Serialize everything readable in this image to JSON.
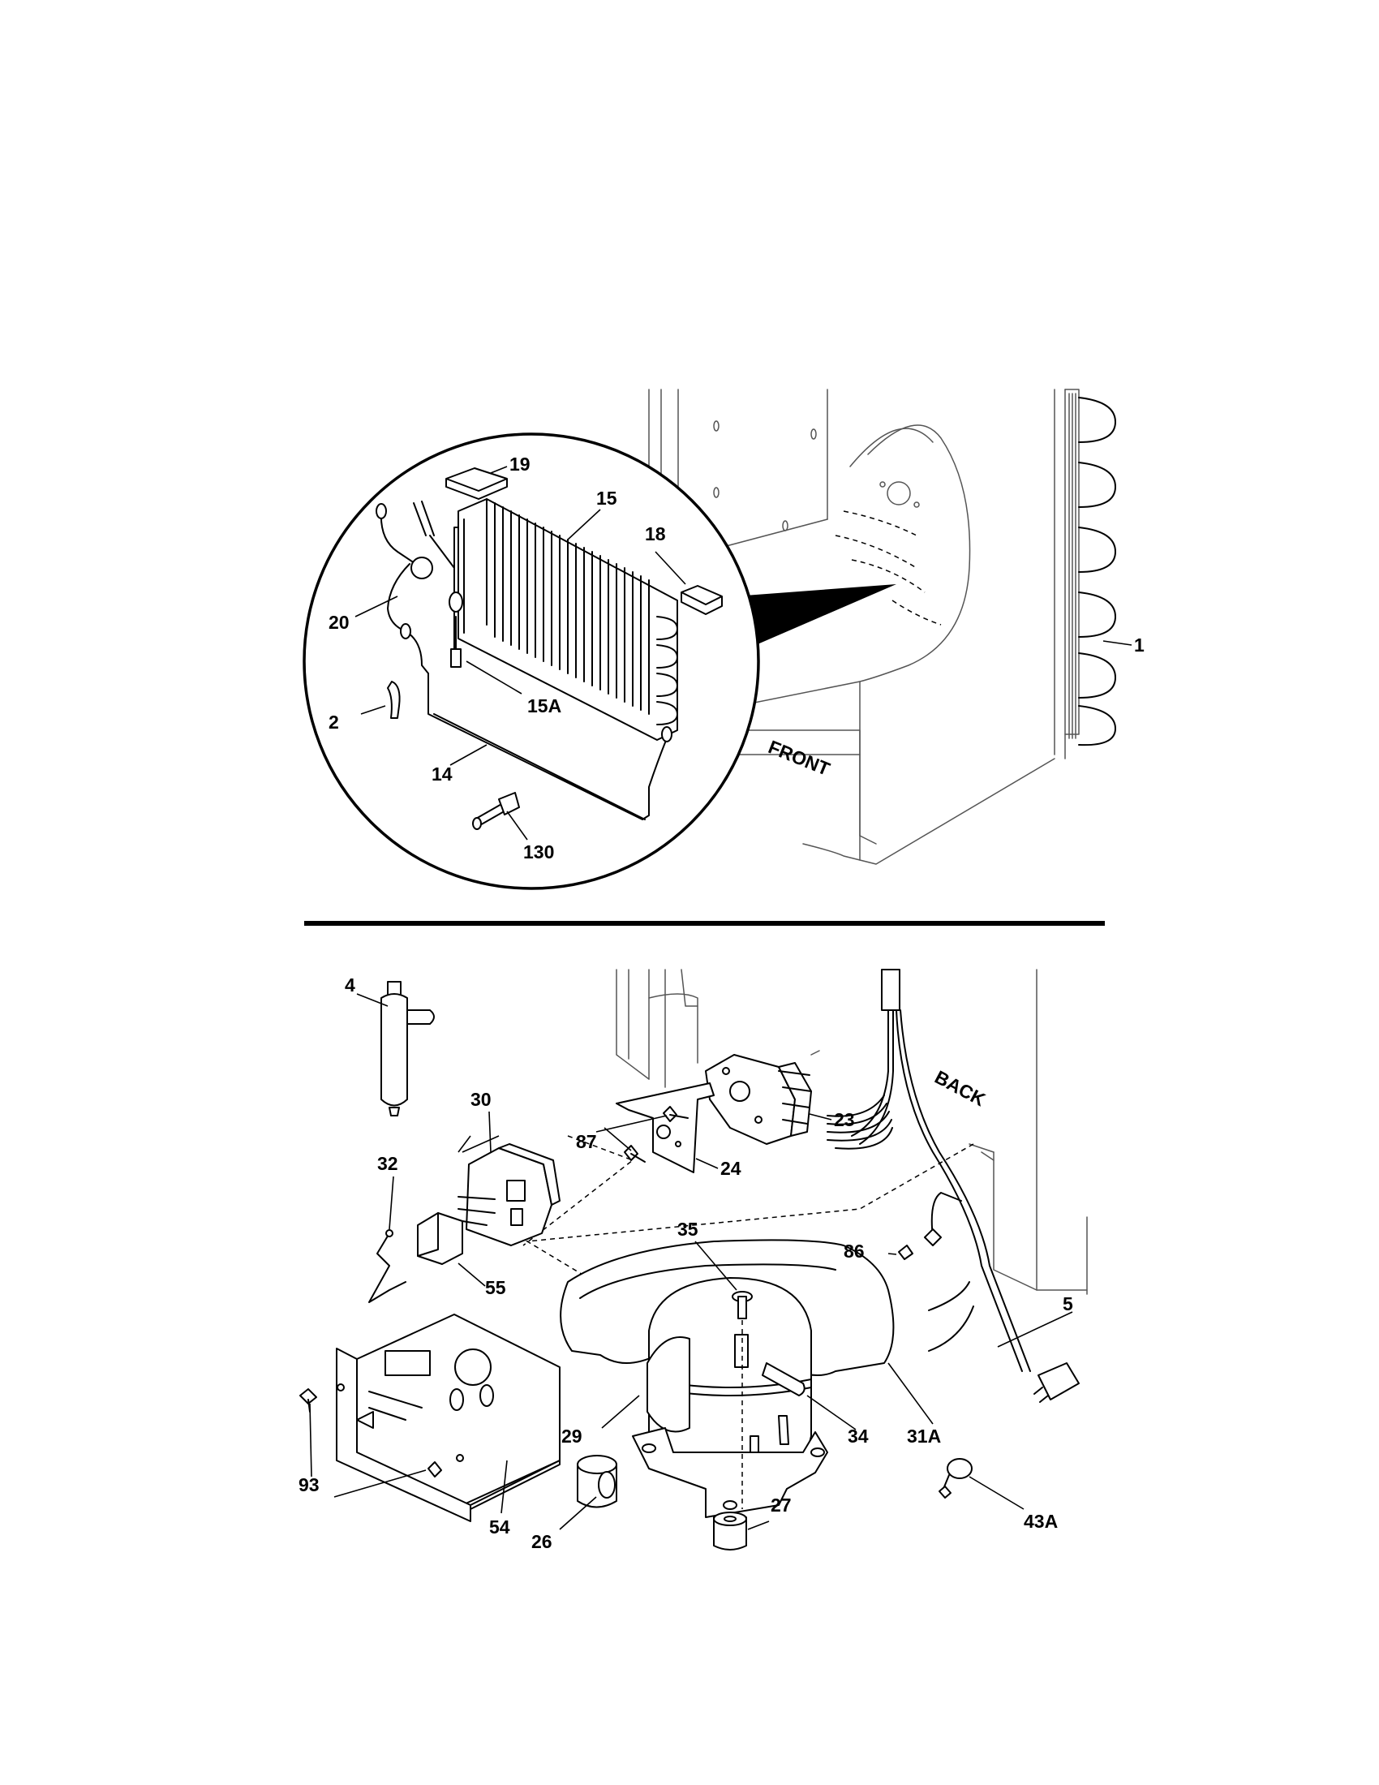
{
  "labels": {
    "p1": "1",
    "p2": "2",
    "p4": "4",
    "p5": "5",
    "p14": "14",
    "p15": "15",
    "p15a": "15A",
    "p18": "18",
    "p19": "19",
    "p20": "20",
    "p23": "23",
    "p24": "24",
    "p26": "26",
    "p27": "27",
    "p29": "29",
    "p30": "30",
    "p31a": "31A",
    "p32": "32",
    "p34": "34",
    "p35": "35",
    "p43a": "43A",
    "p54": "54",
    "p55": "55",
    "p86": "86",
    "p87": "87",
    "p93": "93",
    "p130": "130"
  },
  "text": {
    "front": "FRONT",
    "back": "BACK"
  }
}
